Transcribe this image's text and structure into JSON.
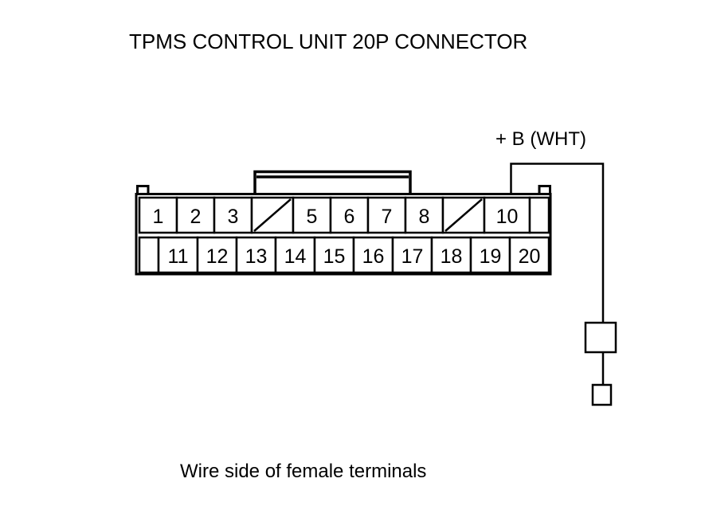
{
  "title": "TPMS CONTROL UNIT 20P CONNECTOR",
  "caption": "Wire side of female terminals",
  "colors": {
    "ink": "#000000",
    "background": "#ffffff"
  },
  "wire_label": {
    "text": "+ B (WHT)",
    "signal": "+ B",
    "wire_color_code": "WHT",
    "from_pin": "10"
  },
  "connector": {
    "pin_count": "20",
    "rows": [
      {
        "name": "top-row",
        "cells": [
          {
            "label": "1",
            "type": "pin"
          },
          {
            "label": "2",
            "type": "pin"
          },
          {
            "label": "3",
            "type": "pin"
          },
          {
            "label": "",
            "type": "blank-diagonal"
          },
          {
            "label": "5",
            "type": "pin"
          },
          {
            "label": "6",
            "type": "pin"
          },
          {
            "label": "7",
            "type": "pin"
          },
          {
            "label": "8",
            "type": "pin"
          },
          {
            "label": "",
            "type": "blank-diagonal"
          },
          {
            "label": "10",
            "type": "pin"
          },
          {
            "label": "",
            "type": "blank"
          }
        ]
      },
      {
        "name": "bottom-row",
        "cells": [
          {
            "label": "",
            "type": "blank"
          },
          {
            "label": "11",
            "type": "pin"
          },
          {
            "label": "12",
            "type": "pin"
          },
          {
            "label": "13",
            "type": "pin"
          },
          {
            "label": "14",
            "type": "pin"
          },
          {
            "label": "15",
            "type": "pin"
          },
          {
            "label": "16",
            "type": "pin"
          },
          {
            "label": "17",
            "type": "pin"
          },
          {
            "label": "18",
            "type": "pin"
          },
          {
            "label": "19",
            "type": "pin"
          },
          {
            "label": "20",
            "type": "pin"
          }
        ]
      }
    ]
  },
  "terminal_symbols": [
    {
      "name": "terminal-box-large"
    },
    {
      "name": "terminal-box-small"
    }
  ]
}
